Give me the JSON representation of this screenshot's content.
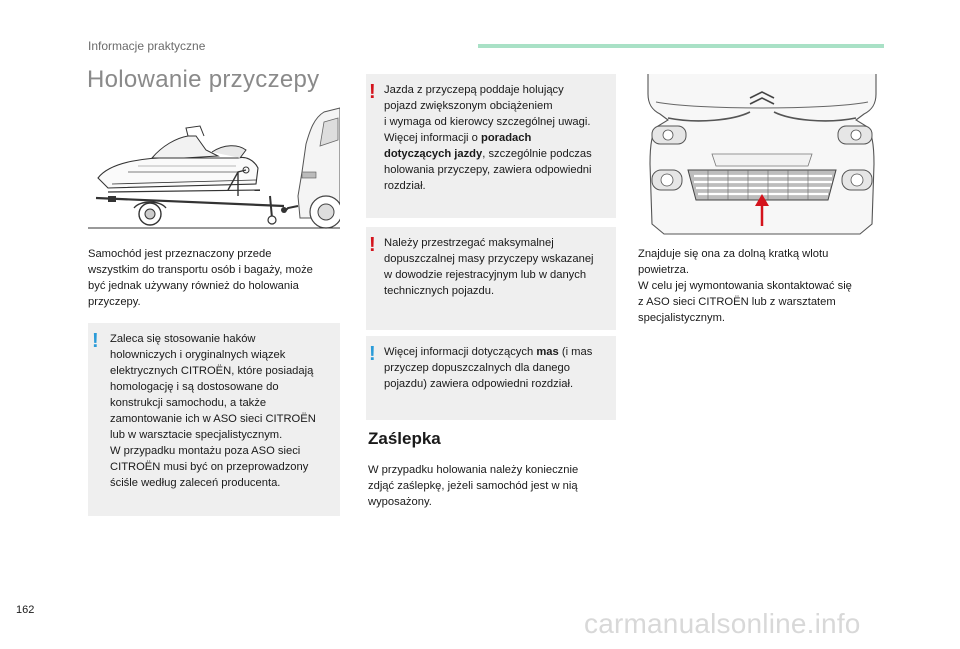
{
  "header": {
    "section": "Informacje praktyczne"
  },
  "title": "Holowanie przyczepy",
  "left": {
    "intro": [
      "Samochód jest przeznaczony przede",
      "wszystkim do transportu osób i bagaży, może",
      "być jednak używany również do holowania",
      "przyczepy."
    ],
    "info_box": [
      "Zaleca się stosowanie haków",
      "holowniczych i oryginalnych wiązek",
      "elektrycznych CITROËN, które posiadają",
      "homologację i są dostosowane do",
      "konstrukcji samochodu, a także",
      "zamontowanie ich w ASO sieci CITROËN",
      "lub w warsztacie specjalistycznym.",
      "W przypadku montażu poza ASO sieci",
      "CITROËN musi być on przeprowadzony",
      "ściśle według zaleceń producenta."
    ]
  },
  "middle": {
    "warn1": {
      "l1": "Jazda z przyczepą poddaje holujący",
      "l2": "pojazd zwiększonym obciążeniem",
      "l3": "i wymaga od kierowcy szczególnej uwagi.",
      "l4_pre": "Więcej informacji o ",
      "l4_bold": "poradach",
      "l5_bold": "dotyczących jazdy",
      "l5_post": ", szczególnie podczas",
      "l6": "holowania przyczepy, zawiera odpowiedni",
      "l7": "rozdział."
    },
    "warn2": [
      "Należy przestrzegać maksymalnej",
      "dopuszczalnej masy przyczepy wskazanej",
      "w dowodzie rejestracyjnym lub w danych",
      "technicznych pojazdu."
    ],
    "info": {
      "l1_pre": "Więcej informacji dotyczących ",
      "l1_bold": "mas",
      "l1_post": " (i mas",
      "l2": "przyczep dopuszczalnych dla danego",
      "l3": "pojazdu) zawiera odpowiedni rozdział."
    },
    "subheading": "Zaślepka",
    "zaslepka_text": [
      "W przypadku holowania należy koniecznie",
      "zdjąć zaślepkę, jeżeli samochód jest w nią",
      "wyposażony."
    ]
  },
  "right": {
    "text": [
      "Znajduje się ona za dolną kratką wlotu",
      "powietrza.",
      "W celu jej wymontowania skontaktować się",
      "z ASO sieci CITROËN lub z warsztatem",
      "specjalistycznym."
    ]
  },
  "footer": {
    "page": "162",
    "watermark": "carmanualsonline.info"
  },
  "colors": {
    "accent": "#a9e1c6",
    "warning": "#d4131c",
    "info": "#2a9bd8",
    "box": "#efefef"
  }
}
